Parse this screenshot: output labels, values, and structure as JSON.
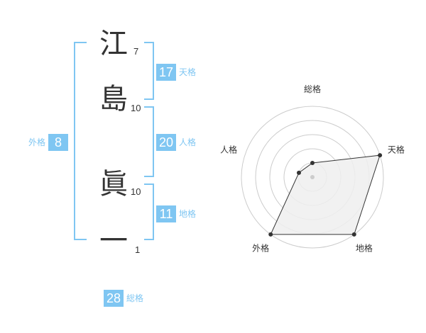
{
  "name_chars": [
    {
      "char": "江",
      "strokes": "7"
    },
    {
      "char": "島",
      "strokes": "10"
    },
    {
      "char": "眞",
      "strokes": "10"
    },
    {
      "char": "一",
      "strokes": "1"
    }
  ],
  "kakusu": {
    "tenkaku": {
      "value": "17",
      "label": "天格"
    },
    "jinkaku": {
      "value": "20",
      "label": "人格"
    },
    "chikaku": {
      "value": "11",
      "label": "地格"
    },
    "gaikaku": {
      "value": "8",
      "label": "外格"
    },
    "soukaku": {
      "value": "28",
      "label": "総格"
    }
  },
  "colors": {
    "accent": "#7fc6f2",
    "text": "#333333",
    "grid": "#cccccc",
    "fill": "#eeeeee"
  },
  "chart_data": {
    "type": "radar",
    "axes": [
      "総格",
      "天格",
      "地格",
      "外格",
      "人格"
    ],
    "values": [
      1,
      5,
      5,
      5,
      1
    ],
    "range": [
      0,
      5
    ],
    "rings": 5
  }
}
